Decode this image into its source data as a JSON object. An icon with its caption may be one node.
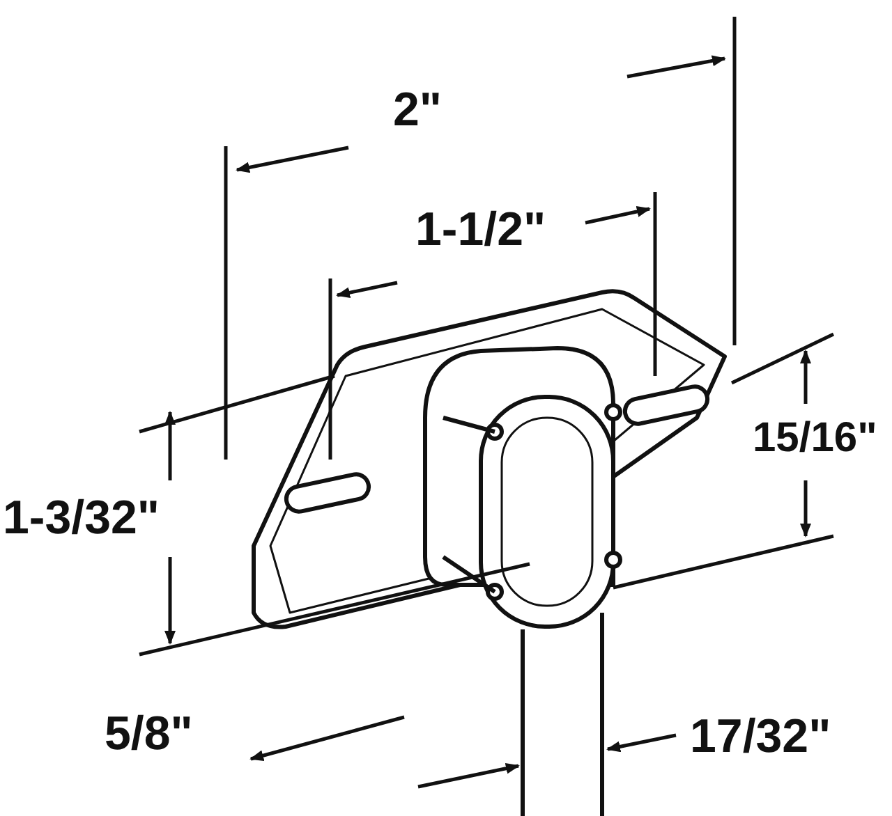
{
  "diagram": {
    "labels": [
      "2\"",
      "1-1/2\"",
      "15/16\"",
      "1-3/32\"",
      "5/8\"",
      "17/32\""
    ]
  }
}
